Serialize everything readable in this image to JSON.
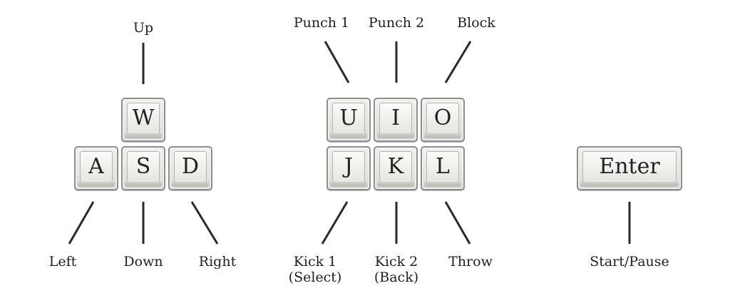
{
  "keys": {
    "w": "W",
    "a": "A",
    "s": "S",
    "d": "D",
    "u": "U",
    "i": "I",
    "o": "O",
    "j": "J",
    "k": "K",
    "l": "L",
    "enter": "Enter"
  },
  "labels": {
    "up": "Up",
    "left": "Left",
    "down": "Down",
    "right": "Right",
    "punch1": "Punch 1",
    "punch2": "Punch 2",
    "block": "Block",
    "kick1": "Kick 1",
    "kick1_note": "(Select)",
    "kick2": "Kick 2",
    "kick2_note": "(Back)",
    "throw": "Throw",
    "start_pause": "Start/Pause"
  }
}
